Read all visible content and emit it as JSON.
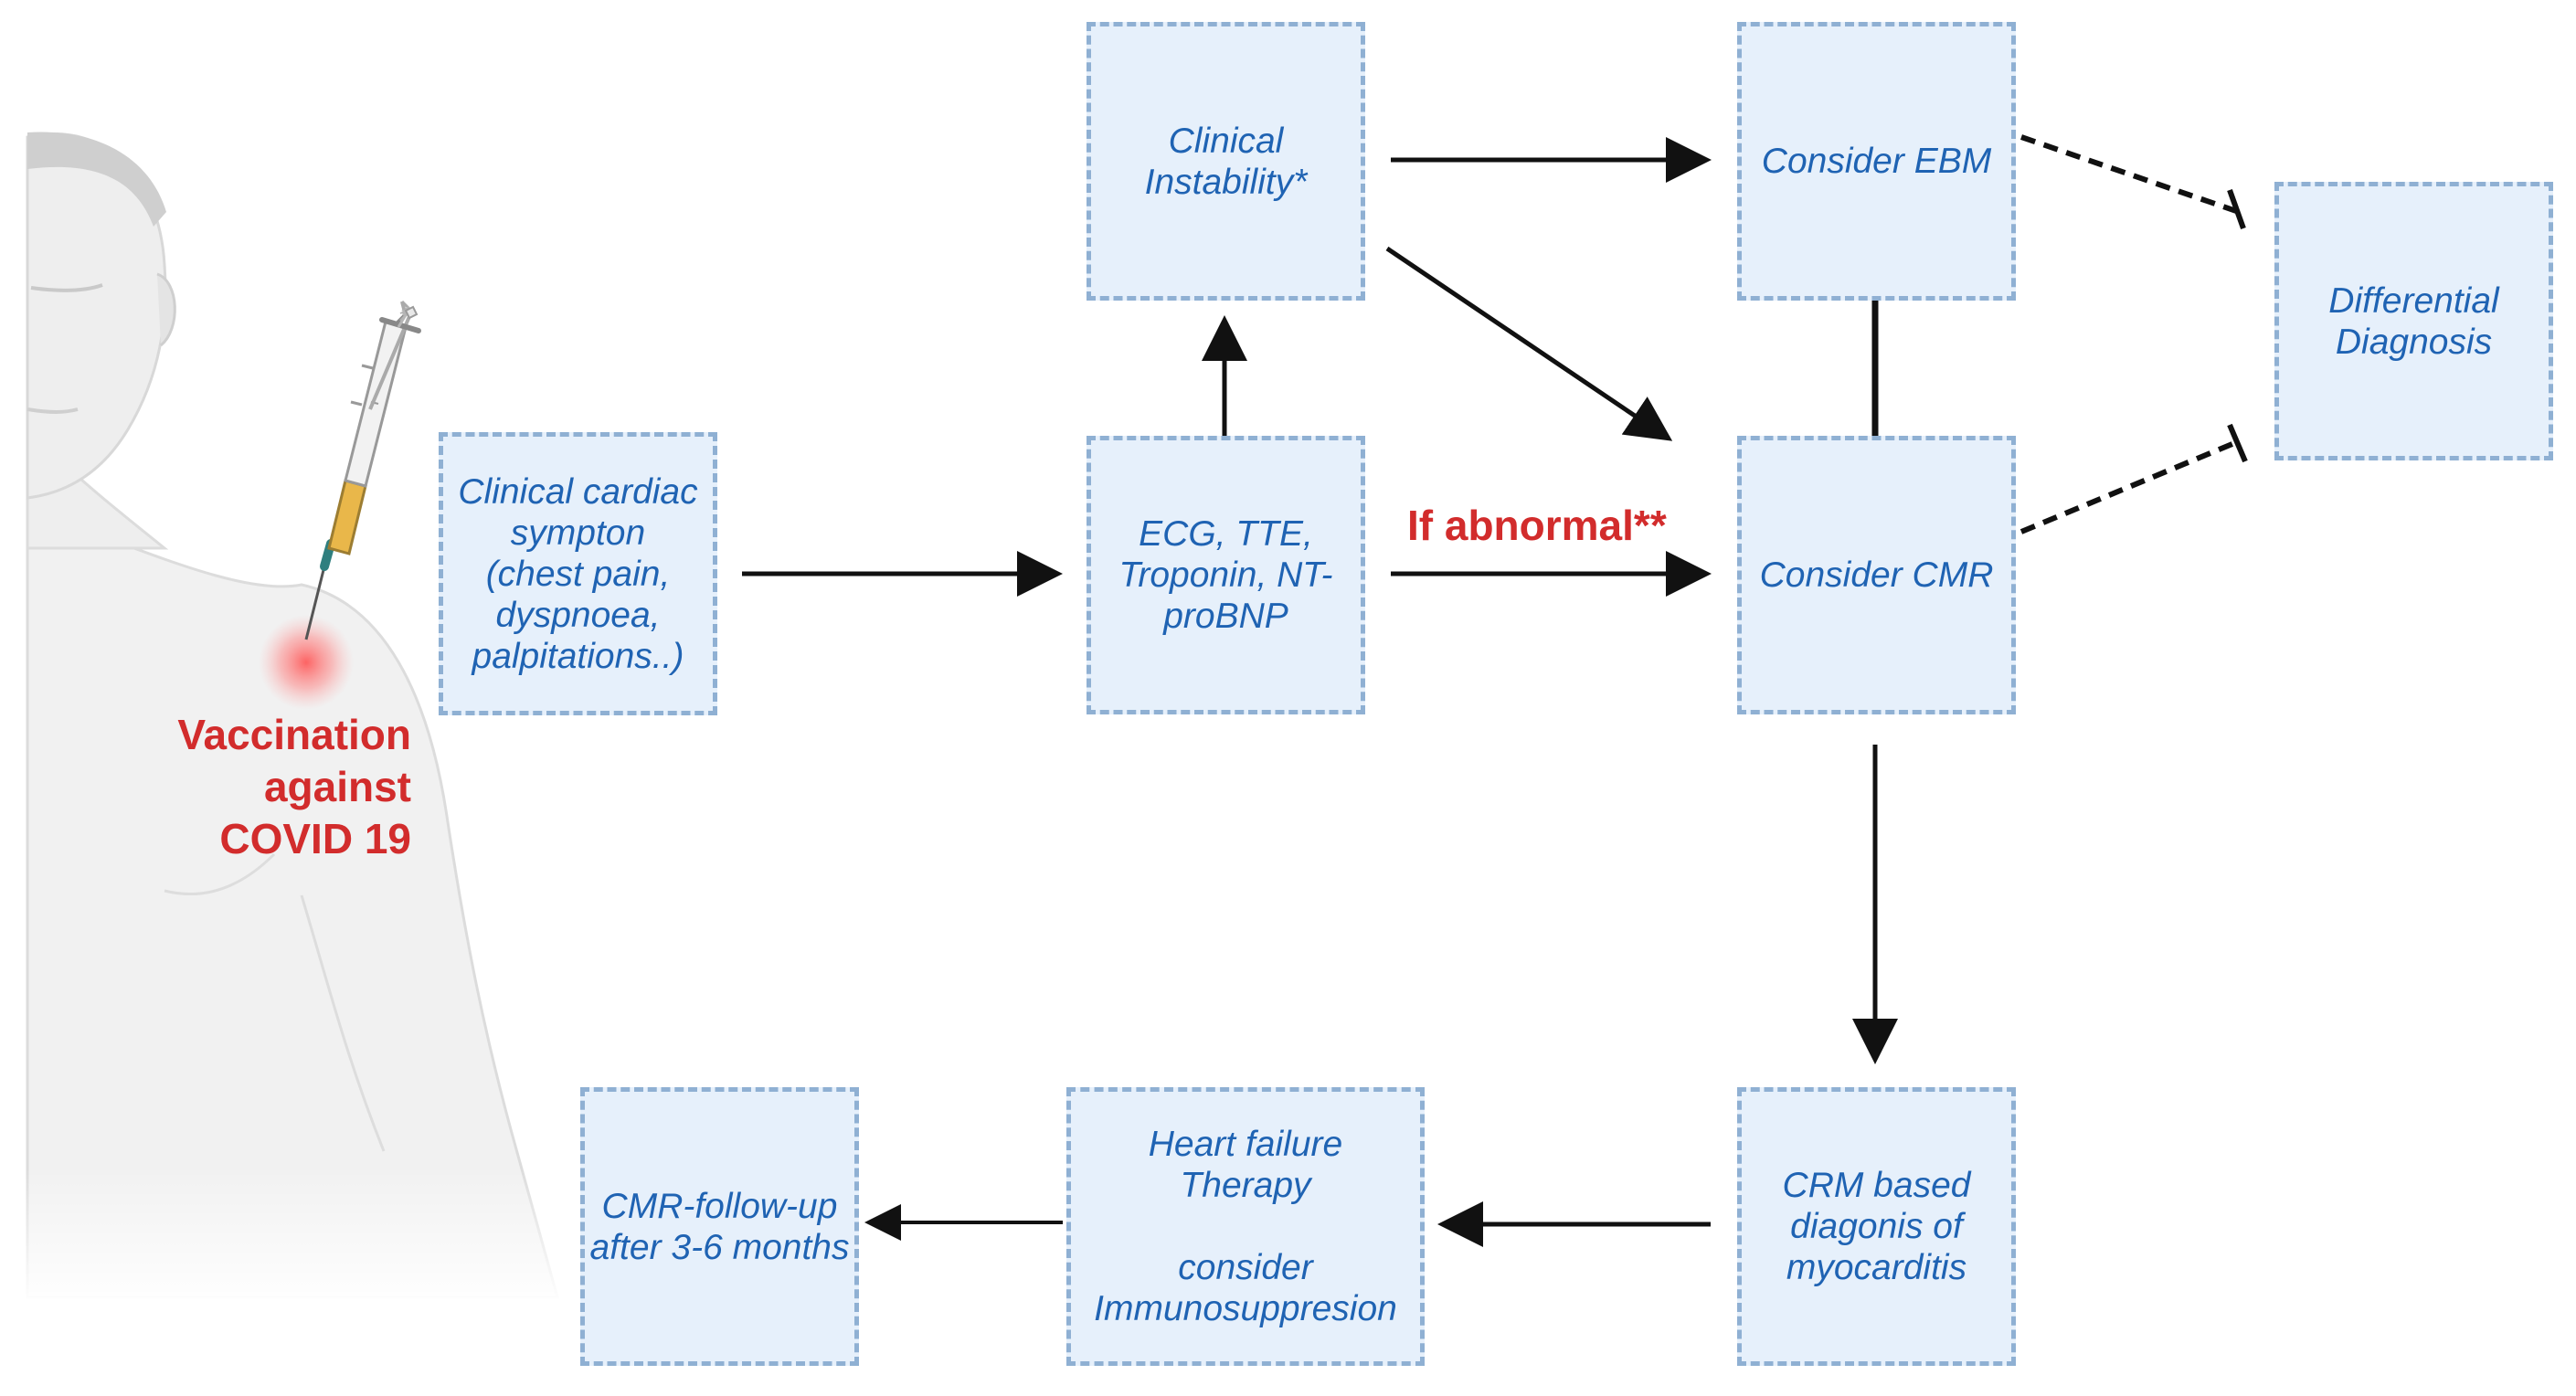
{
  "nodes": {
    "clinical_instability": "Clinical\nInstability*",
    "consider_ebm": "Consider EBM",
    "differential_diagnosis": "Differential\nDiagnosis",
    "clinical_symptom": "Clinical cardiac\nsympton\n(chest pain,\ndyspnoea,\npalpitations..)",
    "tests": "ECG, TTE,\nTroponin, NT-\nproBNP",
    "consider_cmr": "Consider CMR",
    "crm_diagnosis": "CRM based\ndiagonis of\nmyocarditis",
    "heart_failure_therapy": "Heart failure\nTherapy\n\nconsider\nImmunosuppresion",
    "cmr_followup": "CMR-follow-up\nafter 3-6 months"
  },
  "labels": {
    "if_abnormal": "If abnormal**",
    "vaccination": "Vaccination\nagainst\nCOVID 19"
  },
  "colors": {
    "box_fill": "#e6f0fb",
    "box_border": "#8fb0d3",
    "box_text": "#1f63b3",
    "emphasis_red": "#d22c2c",
    "arrow": "#111111"
  }
}
